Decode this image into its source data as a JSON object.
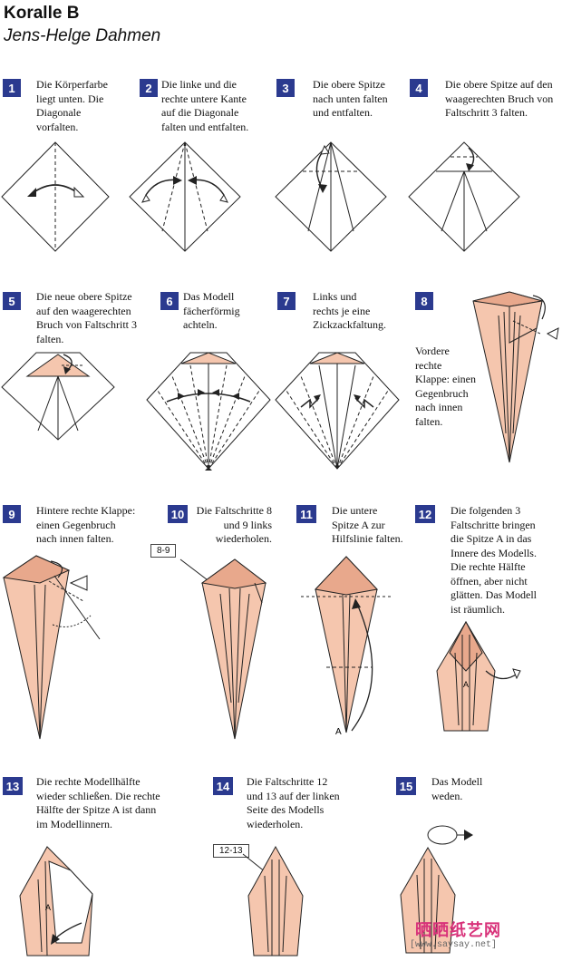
{
  "header": {
    "title": "Koralle B",
    "author": "Jens-Helge Dahmen"
  },
  "steps": [
    {
      "num": "1",
      "lines": [
        "Die Körperfarbe",
        "liegt unten. Die",
        "Diagonale",
        "vorfalten."
      ]
    },
    {
      "num": "2",
      "lines": [
        "Die linke und die",
        "rechte untere Kante",
        "auf die Diagonale",
        "falten und entfalten."
      ]
    },
    {
      "num": "3",
      "lines": [
        "Die obere Spitze",
        "nach unten falten",
        "und entfalten."
      ]
    },
    {
      "num": "4",
      "lines": [
        "Die obere Spitze auf den",
        "waagerechten Bruch von",
        "Faltschritt 3 falten."
      ]
    },
    {
      "num": "5",
      "lines": [
        "Die neue obere Spitze",
        "auf den waagerechten",
        "Bruch von Faltschritt 3",
        "falten."
      ]
    },
    {
      "num": "6",
      "lines": [
        "Das Modell",
        "fächerförmig",
        "achteln."
      ]
    },
    {
      "num": "7",
      "lines": [
        "Links und",
        "rechts je eine",
        "Zickzackfaltung."
      ]
    },
    {
      "num": "8",
      "lines": [
        "Vordere",
        "rechte",
        "Klappe: einen",
        "Gegenbruch",
        "nach innen",
        "falten."
      ]
    },
    {
      "num": "9",
      "lines": [
        "Hintere rechte Klappe:",
        "einen Gegenbruch",
        "nach innen falten."
      ]
    },
    {
      "num": "10",
      "lines": [
        "Die Faltschritte 8",
        "und 9 links",
        "wiederholen."
      ]
    },
    {
      "num": "11",
      "lines": [
        "Die untere",
        "Spitze A zur",
        "Hilfslinie falten."
      ]
    },
    {
      "num": "12",
      "lines": [
        "Die folgenden 3",
        "Faltschritte bringen",
        "die Spitze A in das",
        "Innere des Modells.",
        "Die rechte Hälfte",
        "öffnen, aber nicht",
        "glätten. Das Modell",
        "ist räumlich."
      ]
    },
    {
      "num": "13",
      "lines": [
        "Die rechte Modellhälfte",
        "wieder schließen. Die rechte",
        "Hälfte der Spitze A ist dann",
        "im Modellinnern."
      ]
    },
    {
      "num": "14",
      "lines": [
        "Die Faltschritte 12",
        "und 13 auf der linken",
        "Seite des Modells",
        "wiederholen."
      ]
    },
    {
      "num": "15",
      "lines": [
        "Das Modell",
        "weden."
      ]
    }
  ],
  "tags": {
    "step10": "8-9",
    "step14": "12-13"
  },
  "point_label": "A",
  "watermark": {
    "cn": "晒晒纸艺网",
    "url": "[www.saysay.net]"
  },
  "colors": {
    "paper": "#f5c6ae",
    "paper_dark": "#e8a88c",
    "badge": "#2b3a8f"
  }
}
